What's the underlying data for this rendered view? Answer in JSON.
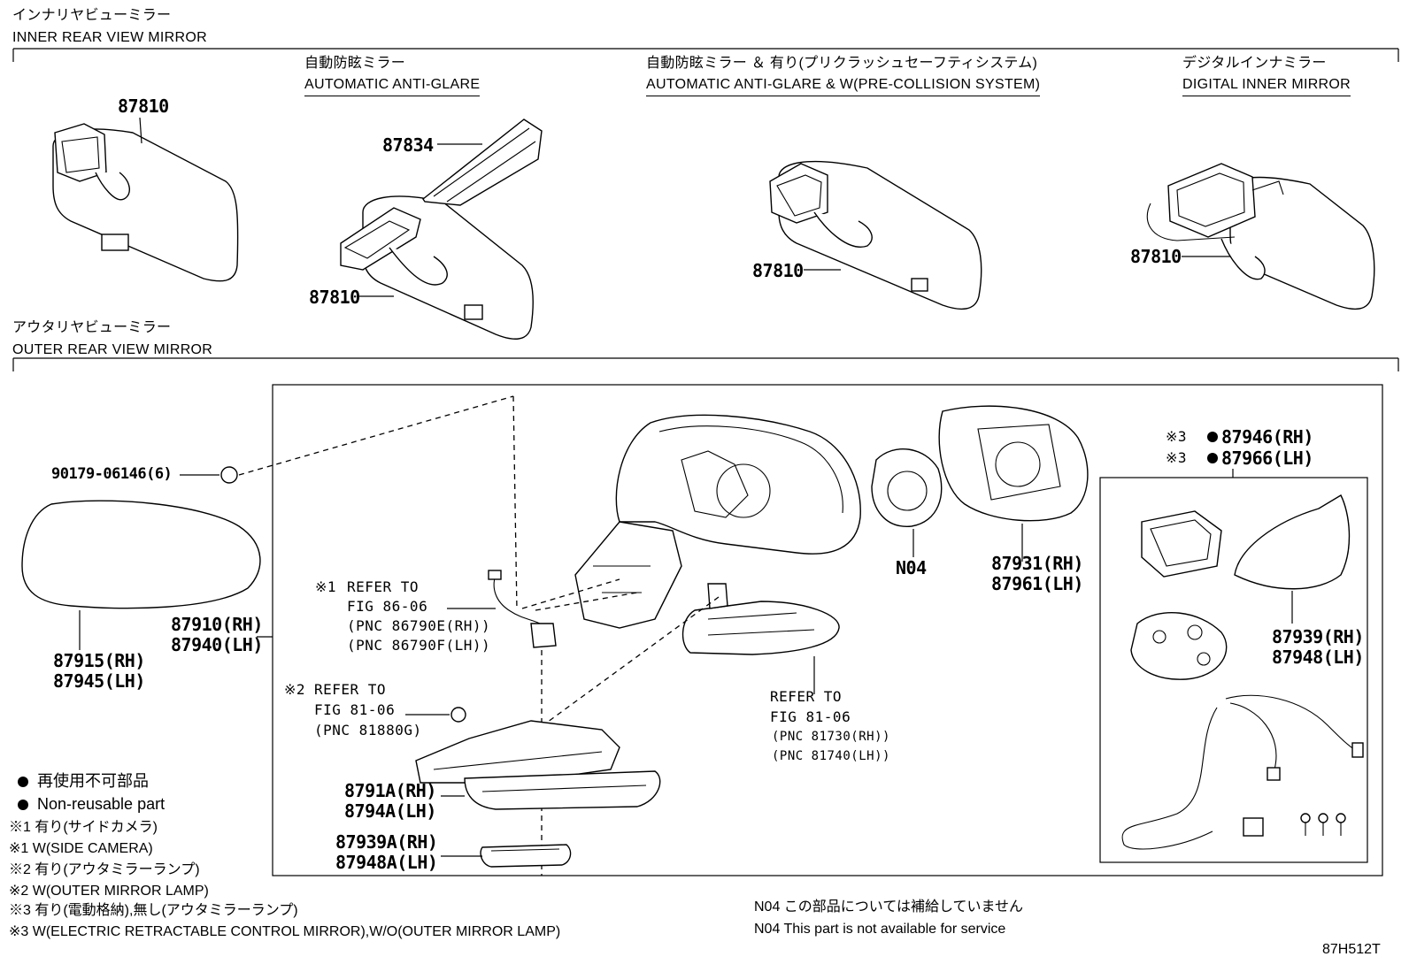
{
  "inner_section": {
    "title_jp": "インナリヤビューミラー",
    "title_en": "INNER REAR VIEW MIRROR"
  },
  "subsections": {
    "aag_jp": "自動防眩ミラー",
    "aag_en": "AUTOMATIC ANTI-GLARE",
    "aag_pcs_jp": "自動防眩ミラー ＆ 有り(プリクラッシュセーフティシステム)",
    "aag_pcs_en": "AUTOMATIC ANTI-GLARE & W(PRE-COLLISION SYSTEM)",
    "digital_jp": "デジタルインナミラー",
    "digital_en": "DIGITAL INNER MIRROR"
  },
  "outer_section": {
    "title_jp": "アウタリヤビューミラー",
    "title_en": "OUTER REAR VIEW MIRROR"
  },
  "parts": {
    "p87810_a": "87810",
    "p87834": "87834",
    "p87810_b": "87810",
    "p87810_c": "87810",
    "p87810_d": "87810",
    "clip": "90179-06146(6)",
    "cover_rh": "87915(RH)",
    "cover_lh": "87945(LH)",
    "assy_rh": "87910(RH)",
    "assy_lh": "87940(LH)",
    "n04": "N04",
    "glass_rh": "87931(RH)",
    "glass_lh": "87961(LH)",
    "kit_mark1": "※3",
    "kit_rh": "87946(RH)",
    "kit_mark2": "※3",
    "kit_lh": "87966(LH)",
    "cap_rh": "87939(RH)",
    "cap_lh": "87948(LH)",
    "base_rh": "8791A(RH)",
    "base_lh": "8794A(LH)",
    "lamp_rh": "87939A(RH)",
    "lamp_lh": "87948A(LH)"
  },
  "refs": {
    "r1_mark": "※1",
    "r1_l1": "REFER TO",
    "r1_l2": "FIG 86-06",
    "r1_l3": "(PNC 86790E(RH))",
    "r1_l4": "(PNC 86790F(LH))",
    "r2_mark": "※2",
    "r2_l1": "REFER TO",
    "r2_l2": "FIG 81-06",
    "r2_l3": "(PNC 81880G)",
    "r3_l1": "REFER TO",
    "r3_l2": "FIG 81-06",
    "r3_l3": "(PNC 81730(RH))",
    "r3_l4": "(PNC 81740(LH))"
  },
  "legend": {
    "nonreuse_jp": "再使用不可部品",
    "nonreuse_en": "Non-reusable part"
  },
  "notes": {
    "n1_jp": "※1 有り(サイドカメラ)",
    "n1_en": "※1 W(SIDE CAMERA)",
    "n2_jp": "※2 有り(アウタミラーランプ)",
    "n2_en": "※2 W(OUTER MIRROR LAMP)",
    "n3_jp": "※3 有り(電動格納),無し(アウタミラーランプ)",
    "n3_en": "※3 W(ELECTRIC RETRACTABLE CONTROL MIRROR),W/O(OUTER MIRROR LAMP)",
    "n04_jp": "N04 この部品については補給していません",
    "n04_en": "N04 This part is not available for service"
  },
  "figure_code": "87H512T"
}
